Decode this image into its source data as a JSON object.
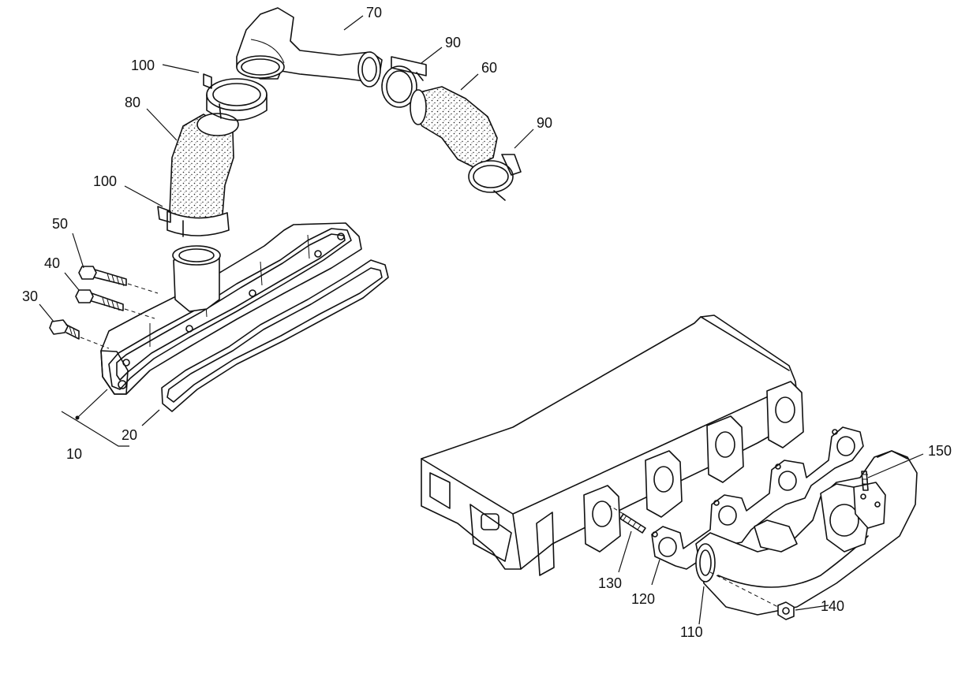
{
  "callouts": [
    {
      "id": "c70",
      "text": "70"
    },
    {
      "id": "c100a",
      "text": "100"
    },
    {
      "id": "c90a",
      "text": "90"
    },
    {
      "id": "c60",
      "text": "60"
    },
    {
      "id": "c80",
      "text": "80"
    },
    {
      "id": "c90b",
      "text": "90"
    },
    {
      "id": "c100b",
      "text": "100"
    },
    {
      "id": "c50",
      "text": "50"
    },
    {
      "id": "c40",
      "text": "40"
    },
    {
      "id": "c30",
      "text": "30"
    },
    {
      "id": "c20",
      "text": "20"
    },
    {
      "id": "c10",
      "text": "10"
    },
    {
      "id": "c150",
      "text": "150"
    },
    {
      "id": "c130",
      "text": "130"
    },
    {
      "id": "c120",
      "text": "120"
    },
    {
      "id": "c140",
      "text": "140"
    },
    {
      "id": "c110",
      "text": "110"
    }
  ],
  "colors": {
    "line": "#111111",
    "background": "#ffffff"
  }
}
